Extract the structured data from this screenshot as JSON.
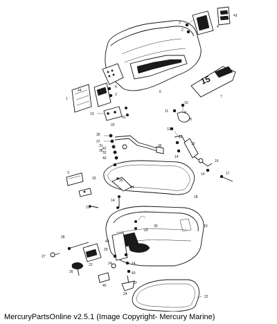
{
  "footer": {
    "caption": "MercuryPartsOnline v2.5.1 (Image Copyright- Mercury Marine)"
  },
  "decal": {
    "model_number": "15"
  },
  "callouts": [
    {
      "id": "c43a",
      "label": "43"
    },
    {
      "id": "c4",
      "label": "4"
    },
    {
      "id": "c3",
      "label": "3"
    },
    {
      "id": "c2a",
      "label": "2"
    },
    {
      "id": "c6",
      "label": "6"
    },
    {
      "id": "c1",
      "label": "1"
    },
    {
      "id": "c44",
      "label": "44"
    },
    {
      "id": "c5",
      "label": "5"
    },
    {
      "id": "c2b",
      "label": "2"
    },
    {
      "id": "c7",
      "label": "7"
    },
    {
      "id": "c10a",
      "label": "10"
    },
    {
      "id": "c9",
      "label": "9"
    },
    {
      "id": "c11a",
      "label": "11"
    },
    {
      "id": "c10b",
      "label": "10"
    },
    {
      "id": "c8",
      "label": "8"
    },
    {
      "id": "c20",
      "label": "20"
    },
    {
      "id": "c41",
      "label": "41"
    },
    {
      "id": "c39",
      "label": "39"
    },
    {
      "id": "c37",
      "label": "37"
    },
    {
      "id": "c31",
      "label": "31"
    },
    {
      "id": "c42",
      "label": "42"
    },
    {
      "id": "c32",
      "label": "32"
    },
    {
      "id": "c38",
      "label": "38"
    },
    {
      "id": "c36",
      "label": "36"
    },
    {
      "id": "c40",
      "label": "40"
    },
    {
      "id": "c13",
      "label": "13"
    },
    {
      "id": "c12",
      "label": "12"
    },
    {
      "id": "c14a",
      "label": "14"
    },
    {
      "id": "c16",
      "label": "16"
    },
    {
      "id": "c15",
      "label": "15"
    },
    {
      "id": "c14b",
      "label": "14"
    },
    {
      "id": "c17",
      "label": "17"
    },
    {
      "id": "c3b",
      "label": "3"
    },
    {
      "id": "c35",
      "label": "35"
    },
    {
      "id": "c34",
      "label": "34"
    },
    {
      "id": "c33",
      "label": "33"
    },
    {
      "id": "c18",
      "label": "18"
    },
    {
      "id": "c14c",
      "label": "14"
    },
    {
      "id": "c21",
      "label": "21"
    },
    {
      "id": "c19",
      "label": "19"
    },
    {
      "id": "c29",
      "label": "29"
    },
    {
      "id": "c30",
      "label": "30"
    },
    {
      "id": "c28",
      "label": "28"
    },
    {
      "id": "c43b",
      "label": "43"
    },
    {
      "id": "c25",
      "label": "25"
    },
    {
      "id": "c27",
      "label": "27"
    },
    {
      "id": "c22",
      "label": "22"
    },
    {
      "id": "c26",
      "label": "26"
    },
    {
      "id": "c24",
      "label": "24"
    },
    {
      "id": "c14d",
      "label": "14"
    },
    {
      "id": "c43c",
      "label": "43"
    },
    {
      "id": "c23",
      "label": "23"
    },
    {
      "id": "c45",
      "label": "45"
    },
    {
      "id": "c24b",
      "label": "24"
    },
    {
      "id": "c22b",
      "label": "22"
    }
  ]
}
